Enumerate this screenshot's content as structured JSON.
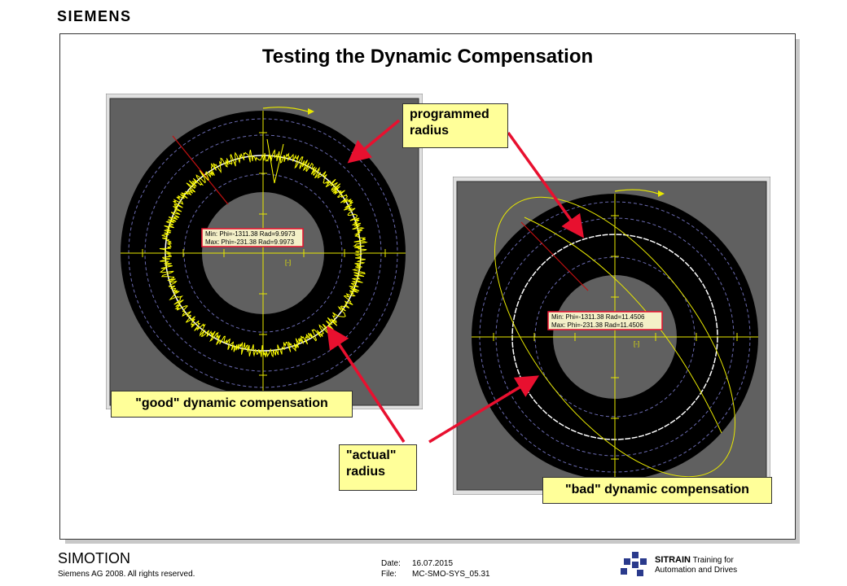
{
  "brand": "SIEMENS",
  "title": "Testing the Dynamic Compensation",
  "plots": [
    {
      "min_text": "Min: Phi=-1311.38 Rad=9.9973",
      "max_text": "Max: Phi=-231.38 Rad=9.9973",
      "unit": "[-]"
    },
    {
      "min_text": "Min: Phi=-1311.38 Rad=11.4506",
      "max_text": "Max: Phi=-231.38 Rad=11.4506",
      "unit": "[-]"
    }
  ],
  "callouts": {
    "programmed": [
      "programmed",
      "radius"
    ],
    "actual": [
      "\"actual\"",
      "radius"
    ],
    "good": "\"good\" dynamic compensation",
    "bad": "\"bad\" dynamic compensation"
  },
  "footer": {
    "product": "SIMOTION",
    "copyright": "Siemens AG 2008. All rights reserved.",
    "date_label": "Date:",
    "date_value": "16.07.2015",
    "file_label": "File:",
    "file_value": "MC-SMO-SYS_05.31",
    "sitrain_name": "SITRAIN",
    "sitrain_line1": "Training for",
    "sitrain_line2": "Automation and Drives"
  },
  "colors": {
    "accent": "#e8102f",
    "trace": "#ffff00",
    "callout_bg": "#ffff99",
    "plot_bg": "#606060"
  }
}
